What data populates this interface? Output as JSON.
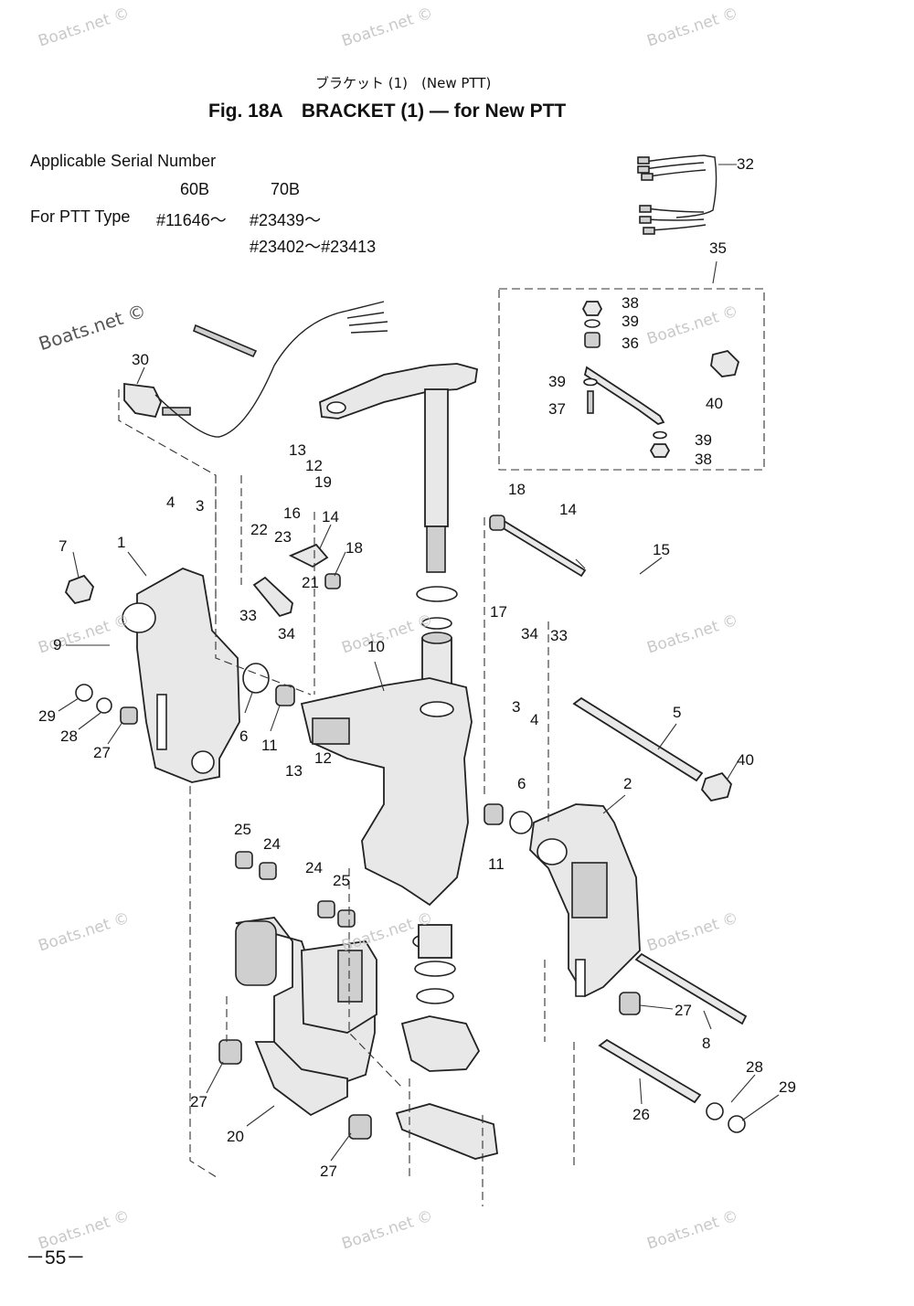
{
  "header": {
    "japanese_title": "ブラケット (1)　(New PTT)",
    "figure_title": "Fig. 18A　BRACKET (1) — for New PTT"
  },
  "serial": {
    "heading": "Applicable Serial Number",
    "col1": "60B",
    "col2": "70B",
    "row_label": "For PTT Type",
    "row_val1": "#11646～",
    "row_val2": "#23439～",
    "row_val3": "#23402～#23413"
  },
  "watermark": "Boats.net ©",
  "page_number": "－55－",
  "callouts": [
    {
      "text": "32"
    },
    {
      "text": "35"
    },
    {
      "text": "38"
    },
    {
      "text": "39"
    },
    {
      "text": "36"
    },
    {
      "text": "39"
    },
    {
      "text": "37"
    },
    {
      "text": "40"
    },
    {
      "text": "39"
    },
    {
      "text": "38"
    },
    {
      "text": "30"
    },
    {
      "text": "13"
    },
    {
      "text": "12"
    },
    {
      "text": "19"
    },
    {
      "text": "16"
    },
    {
      "text": "14"
    },
    {
      "text": "18"
    },
    {
      "text": "4"
    },
    {
      "text": "3"
    },
    {
      "text": "22"
    },
    {
      "text": "23"
    },
    {
      "text": "21"
    },
    {
      "text": "7"
    },
    {
      "text": "1"
    },
    {
      "text": "33"
    },
    {
      "text": "34"
    },
    {
      "text": "9"
    },
    {
      "text": "10"
    },
    {
      "text": "18"
    },
    {
      "text": "14"
    },
    {
      "text": "15"
    },
    {
      "text": "17"
    },
    {
      "text": "34"
    },
    {
      "text": "33"
    },
    {
      "text": "29"
    },
    {
      "text": "28"
    },
    {
      "text": "27"
    },
    {
      "text": "6"
    },
    {
      "text": "11"
    },
    {
      "text": "12"
    },
    {
      "text": "13"
    },
    {
      "text": "3"
    },
    {
      "text": "4"
    },
    {
      "text": "5"
    },
    {
      "text": "40"
    },
    {
      "text": "6"
    },
    {
      "text": "2"
    },
    {
      "text": "11"
    },
    {
      "text": "25"
    },
    {
      "text": "24"
    },
    {
      "text": "24"
    },
    {
      "text": "25"
    },
    {
      "text": "27"
    },
    {
      "text": "8"
    },
    {
      "text": "28"
    },
    {
      "text": "29"
    },
    {
      "text": "26"
    },
    {
      "text": "27"
    },
    {
      "text": "20"
    },
    {
      "text": "27"
    }
  ]
}
